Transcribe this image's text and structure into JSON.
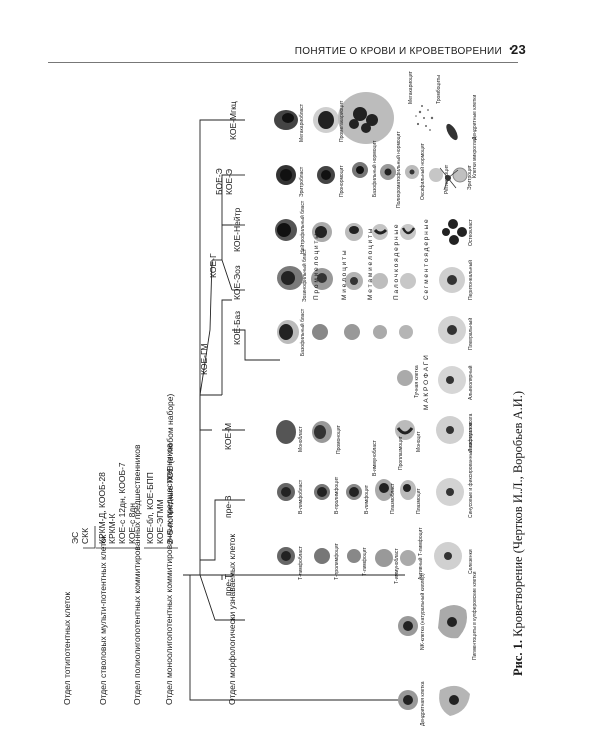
{
  "header": {
    "running_title": "ПОНЯТИЕ О КРОВИ И КРОВЕТВОРЕНИИ",
    "bullet": "•",
    "page_number": "23"
  },
  "figure": {
    "caption_label": "Рис. 1.",
    "caption_text": "Кроветворение (Чертков И.Л., Воробьев А.И.)",
    "sections": [
      "Отдел тотипотентных клеток",
      "Отдел стволовых мульти-потентных клеток",
      "Отдел полиолигопотентных коммитированных предшественников",
      "Отдел моноолигопотентных коммитированных предшественников",
      "Отдел морфологически узнаваемых клеток"
    ],
    "stem_cells": [
      "ЭС",
      "СКК"
    ],
    "multipotent": [
      "КРКМ-Д, КООБ-28",
      "КРКМ-К",
      "КОЕ-с 12дн, КООБ-7",
      "КОЕ-с 8дн"
    ],
    "polyoligopotent": [
      "КОЕ-бл, КОЕ-БПП",
      "КОЕ-ЭГММ",
      "2–5 потентные КОЕ (в любом наборе)"
    ],
    "progenitors": {
      "pre_t": "пре-Т",
      "pre_b": "пре-В",
      "koe_m": "КОЕ-М",
      "koe_gm": "КОЕ-ГМ",
      "koe_g": "КОЕ-Г",
      "koe_baz": "КОЕ-Баз",
      "koe_eoz": "КОЕ-Эоз",
      "koe_neitr": "КОЕ-Нейтр",
      "boe_e": "БОЕ-Э",
      "koe_e": "КОЕ-Э",
      "koe_mgkc": "КОЕ-Мгкц"
    },
    "stage_labels": {
      "promyelocytes": "П р о м и е л о ц и т ы",
      "myelocytes": "М и е л о ц и т ы",
      "metamyelocytes": "М е т а м и е л о ц и т ы",
      "band": "П а л о ч к о я д е р н ы е",
      "segmented": "С е г м е н т о я д е р н ы е",
      "macrophages": "М А К Р О Ф А Г И"
    },
    "cell_labels": {
      "dendritic": "Дендритная клетка",
      "nk": "NK-клетка (натуральный киллер)",
      "langerhans": "Пигментоциты в купферовские клетки",
      "t_lymphoblast": "Т-лимфобласт",
      "t_prolymphocyte": "Т-пролимфоцит",
      "t_lymphocyte": "Т-лимфоцит",
      "t_immunoblast": "Т-иммунобласт",
      "active_t": "Активный Т-лимфоцит",
      "b_lymphoblast": "В-лимфобласт",
      "b_prolymphocyte": "В-пролимфоцит",
      "b_lymphocyte": "В-лимфоцит",
      "b_immunoblast": "В-иммунобласт",
      "plasmablast": "Плазмобласт",
      "proplasmocyte": "Проплазмоцит",
      "plasmocyte": "Плазмоцит",
      "splenic": "Селезенки",
      "sinus_cells": "Синусовые и фиксированные костного мозга",
      "monoblast": "Монобласт",
      "promonocyte": "Промоноцит",
      "monocyte": "Моноцит",
      "lymph_nodes": "Лимфоузлов",
      "alveolar": "Альвеолярный",
      "mast_cell": "Тучная клетка",
      "pleural": "Плевральный",
      "peritoneal": "Перитонеальный",
      "osteoclast": "Остеокласт",
      "basophilic_blast": "Базофильный бласт",
      "eosinophilic_blast": "Эозинофильный бласт",
      "neutrophilic_blast": "Нейтрофильный бласт",
      "erythroblast": "Эритробласт",
      "pronormocyte": "Пронормоцит",
      "basophilic_normocyte": "Базофильный нормоцит",
      "polychromatophilic_normocyte": "Полихроматофильный нормоцит",
      "oxyphilic_normocyte": "Оксифильный нормоцит",
      "reticulocyte": "Ретикулоцит",
      "erythrocyte": "Эритроцит",
      "megakaryoblast": "Мегакариобласт",
      "promegakaryocyte": "Промегакариоцит",
      "megakaryocyte": "Мегакариоцит",
      "platelets": "Тромбоциты",
      "microglia": "Клетки микроглии",
      "dendritic_right": "Дендритные клетки"
    }
  }
}
